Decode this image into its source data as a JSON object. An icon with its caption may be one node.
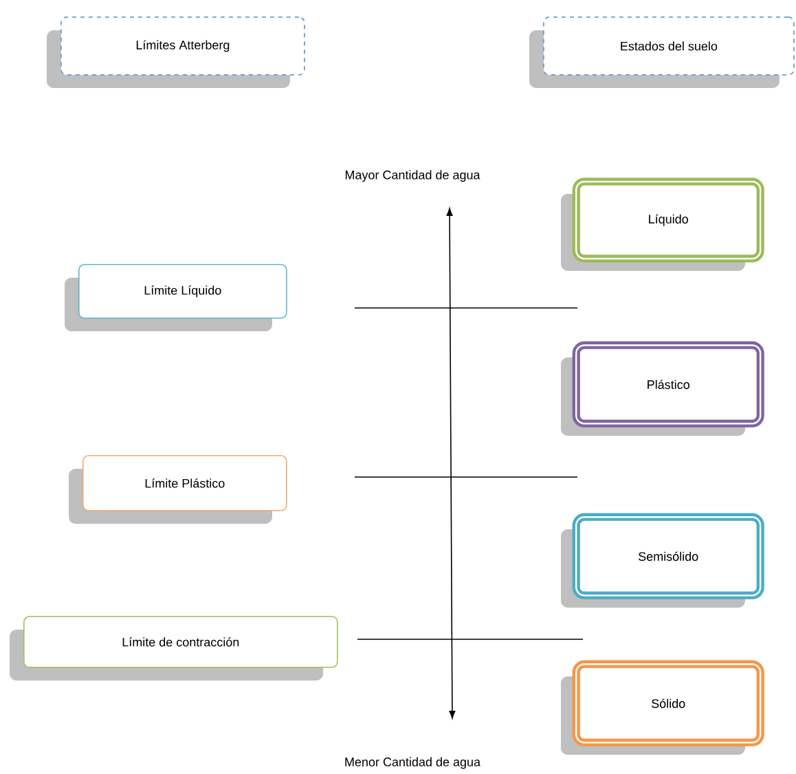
{
  "diagram": {
    "nodes": [
      {
        "text": [
          "Límites Atterberg"
        ]
      },
      {
        "text": [
          "Estados  del suelo"
        ]
      },
      {
        "text": [
          "Límite Líquido"
        ]
      },
      {
        "text": [
          "Límite Plástico"
        ]
      },
      {
        "text": [
          "Límite de contracción"
        ]
      },
      {
        "text": [
          "Líquido"
        ]
      },
      {
        "text": [
          "Plástico"
        ]
      },
      {
        "text": [
          "Semisólido"
        ]
      },
      {
        "text": [
          "Sólido"
        ]
      }
    ],
    "edges": [],
    "labels": [
      "Mayor Cantidad de agua",
      "Menor  Cantidad de agua"
    ]
  }
}
